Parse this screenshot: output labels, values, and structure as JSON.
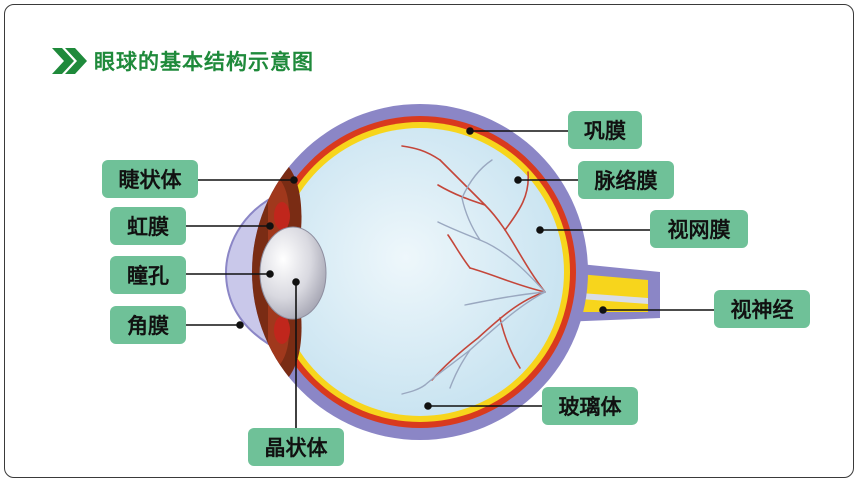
{
  "heading": {
    "title": "眼球的基本结构示意图",
    "icon": "double-chevron-right-icon"
  },
  "labels": {
    "sclera": "巩膜",
    "choroid": "脉络膜",
    "retina": "视网膜",
    "optic_nerve": "视神经",
    "vitreous_body": "玻璃体",
    "lens": "晶状体",
    "ciliary_body": "睫状体",
    "iris": "虹膜",
    "pupil": "瞳孔",
    "cornea": "角膜"
  },
  "colors": {
    "heading_green": "#1f8a3b",
    "label_bg": "#6fc198",
    "sclera_purple": "#8b86c6",
    "choroid_red": "#d93a1e",
    "retina_yellow": "#f7d51c",
    "vitreous_blue": "#d8ecf6"
  }
}
